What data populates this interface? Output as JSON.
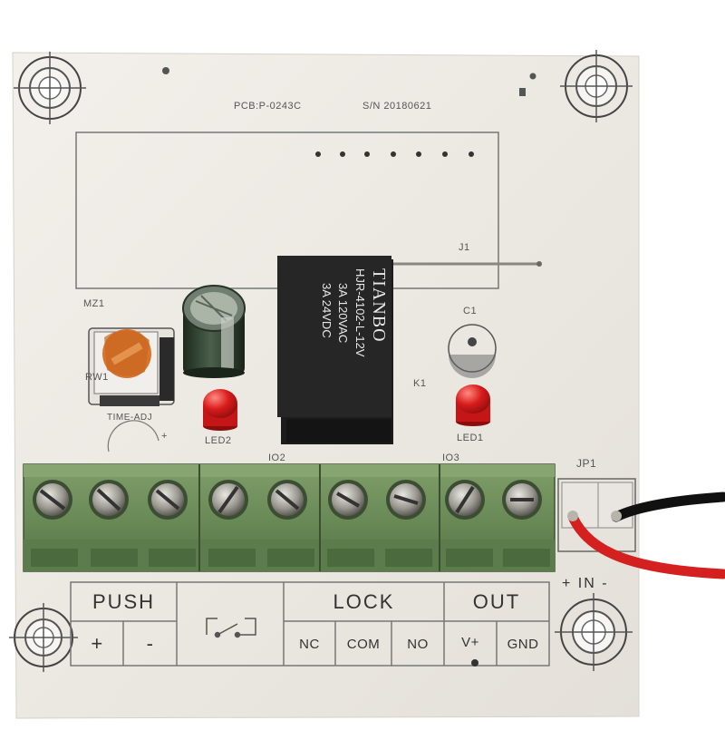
{
  "board": {
    "pcb_id": "PCB:P-0243C",
    "serial": "S/N 20180621",
    "labels": {
      "j1": "J1",
      "mz1": "MZ1",
      "rw1": "RW1",
      "time_adj": "TIME-ADJ",
      "led2": "LED2",
      "led1": "LED1",
      "c1": "C1",
      "k1": "K1",
      "jp1": "JP1",
      "io2": "IO2",
      "io3": "IO3",
      "in_label": "+ IN -"
    },
    "relay": {
      "brand": "TIANBO",
      "model": "HJR-4102-L-12V",
      "rating_ac": "3A 120VAC",
      "rating_dc": "3A 24VDC"
    },
    "terminal_groups": [
      {
        "name": "PUSH",
        "pins": [
          "+",
          "-"
        ]
      },
      {
        "name": "",
        "pins": []
      },
      {
        "name": "LOCK",
        "pins": [
          "NC",
          "COM",
          "NO"
        ]
      },
      {
        "name": "OUT",
        "pins": [
          "V+",
          "GND"
        ]
      }
    ],
    "colors": {
      "pcb": "#eeeae4",
      "terminal_green": "#6f8f5c",
      "relay_body": "#1c1c1c",
      "led_red": "#d11a1a",
      "wire_red": "#d4201e",
      "wire_black": "#111111"
    }
  }
}
